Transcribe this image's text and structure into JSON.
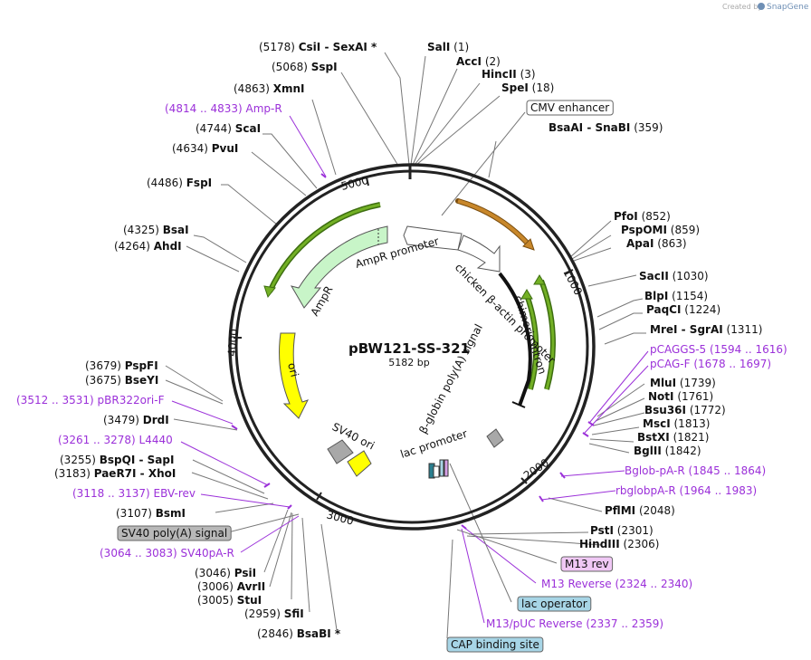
{
  "credit": {
    "prefix": "Created by",
    "brand": "SnapGene"
  },
  "plasmid": {
    "name": "pBW121-SS-321",
    "length_label": "5182 bp",
    "length": 5182
  },
  "colors": {
    "backbone": "#222222",
    "enzyme_line": "#777777",
    "primer": "#9b30d9",
    "grey_feature": "#a8a8a8",
    "ori": "#ffff00",
    "ampr": "#c8f5c8",
    "enhancer_arrow": "#c8872a",
    "green_arrow": "#73b025",
    "promoter": "#ffffff",
    "lac_box": "#a7d5e6",
    "m13_box": "#f0c8f5"
  },
  "ticks": [
    "1000",
    "2000",
    "3000",
    "4000",
    "5000"
  ],
  "features": {
    "ampr_promoter": "AmpR promoter",
    "ampr": "AmpR",
    "chicken_promoter": "chicken β-actin promoter",
    "chimeric_intron": "chimeric intron",
    "ori": "ori",
    "sv40_ori": "SV40 ori",
    "bglobin": "β-globin poly(A) signal",
    "lac_promoter": "lac promoter"
  },
  "labels": [
    {
      "pos": "(5178)",
      "name": "CsiI",
      "extra": " -  SexAI *",
      "kind": "site"
    },
    {
      "pos": "(5068)",
      "name": "SspI",
      "kind": "site"
    },
    {
      "pos": "(4863)",
      "name": "XmnI",
      "kind": "site"
    },
    {
      "pos": "(4814 .. 4833)",
      "name": "Amp-R",
      "kind": "primer"
    },
    {
      "pos": "(4744)",
      "name": "ScaI",
      "kind": "site"
    },
    {
      "pos": "(4634)",
      "name": "PvuI",
      "kind": "site"
    },
    {
      "pos": "(4486)",
      "name": "FspI",
      "kind": "site"
    },
    {
      "pos": "(4325)",
      "name": "BsaI",
      "kind": "site"
    },
    {
      "pos": "(4264)",
      "name": "AhdI",
      "kind": "site"
    },
    {
      "pos": "(3679)",
      "name": "PspFI",
      "kind": "site"
    },
    {
      "pos": "(3675)",
      "name": "BseYI",
      "kind": "site"
    },
    {
      "pos": "(3512 .. 3531)",
      "name": "pBR322ori-F",
      "kind": "primer"
    },
    {
      "pos": "(3479)",
      "name": "DrdI",
      "kind": "site"
    },
    {
      "pos": "(3261 .. 3278)",
      "name": "L4440",
      "kind": "primer"
    },
    {
      "pos": "(3255)",
      "name": "BspQI",
      "extra": " -  SapI",
      "kind": "site"
    },
    {
      "pos": "(3183)",
      "name": "PaeR7I",
      "extra": " -  XhoI",
      "kind": "site"
    },
    {
      "pos": "(3118 .. 3137)",
      "name": "EBV-rev",
      "kind": "primer"
    },
    {
      "pos": "(3107)",
      "name": "BsmI",
      "kind": "site"
    },
    {
      "name": "SV40 poly(A) signal",
      "kind": "box_grey"
    },
    {
      "pos": "(3064 .. 3083)",
      "name": "SV40pA-R",
      "kind": "primer"
    },
    {
      "pos": "(3046)",
      "name": "PsiI",
      "kind": "site"
    },
    {
      "pos": "(3006)",
      "name": "AvrII",
      "kind": "site"
    },
    {
      "pos": "(3005)",
      "name": "StuI",
      "kind": "site"
    },
    {
      "pos": "(2959)",
      "name": "SfiI",
      "kind": "site"
    },
    {
      "pos": "(2846)",
      "name": "BsaBI *",
      "kind": "site"
    },
    {
      "pos": "(1)",
      "name": "SalI",
      "kind": "site"
    },
    {
      "pos": "(2)",
      "name": "AccI",
      "kind": "site"
    },
    {
      "pos": "(3)",
      "name": "HincII",
      "kind": "site"
    },
    {
      "pos": "(18)",
      "name": "SpeI",
      "kind": "site"
    },
    {
      "name": "CMV enhancer",
      "kind": "box_white"
    },
    {
      "pos": "(359)",
      "name": "BsaAI",
      "extra": " -  SnaBI",
      "kind": "site"
    },
    {
      "pos": "(852)",
      "name": "PfoI",
      "kind": "site"
    },
    {
      "pos": "(859)",
      "name": "PspOMI",
      "kind": "site"
    },
    {
      "pos": "(863)",
      "name": "ApaI",
      "kind": "site"
    },
    {
      "pos": "(1030)",
      "name": "SacII",
      "kind": "site"
    },
    {
      "pos": "(1154)",
      "name": "BlpI",
      "kind": "site"
    },
    {
      "pos": "(1224)",
      "name": "PaqCI",
      "kind": "site"
    },
    {
      "pos": "(1311)",
      "name": "MreI",
      "extra": " -  SgrAI",
      "kind": "site"
    },
    {
      "pos": "(1594 .. 1616)",
      "name": "pCAGGS-5",
      "kind": "primer"
    },
    {
      "pos": "(1678 .. 1697)",
      "name": "pCAG-F",
      "kind": "primer"
    },
    {
      "pos": "(1739)",
      "name": "MluI",
      "kind": "site"
    },
    {
      "pos": "(1761)",
      "name": "NotI",
      "kind": "site"
    },
    {
      "pos": "(1772)",
      "name": "Bsu36I",
      "kind": "site"
    },
    {
      "pos": "(1813)",
      "name": "MscI",
      "kind": "site"
    },
    {
      "pos": "(1821)",
      "name": "BstXI",
      "kind": "site"
    },
    {
      "pos": "(1842)",
      "name": "BglII",
      "kind": "site"
    },
    {
      "pos": "(1845 .. 1864)",
      "name": "Bglob-pA-R",
      "kind": "primer"
    },
    {
      "pos": "(1964 .. 1983)",
      "name": "rbglobpA-R",
      "kind": "primer"
    },
    {
      "pos": "(2048)",
      "name": "PflMI",
      "kind": "site"
    },
    {
      "pos": "(2301)",
      "name": "PstI",
      "kind": "site"
    },
    {
      "pos": "(2306)",
      "name": "HindIII",
      "kind": "site"
    },
    {
      "name": "M13 rev",
      "kind": "box_pink"
    },
    {
      "pos": "(2324 .. 2340)",
      "name": "M13 Reverse",
      "kind": "primer"
    },
    {
      "name": "lac operator",
      "kind": "box_blue"
    },
    {
      "pos": "(2337 .. 2359)",
      "name": "M13/pUC Reverse",
      "kind": "primer"
    },
    {
      "name": "CAP binding site",
      "kind": "box_blue"
    }
  ]
}
